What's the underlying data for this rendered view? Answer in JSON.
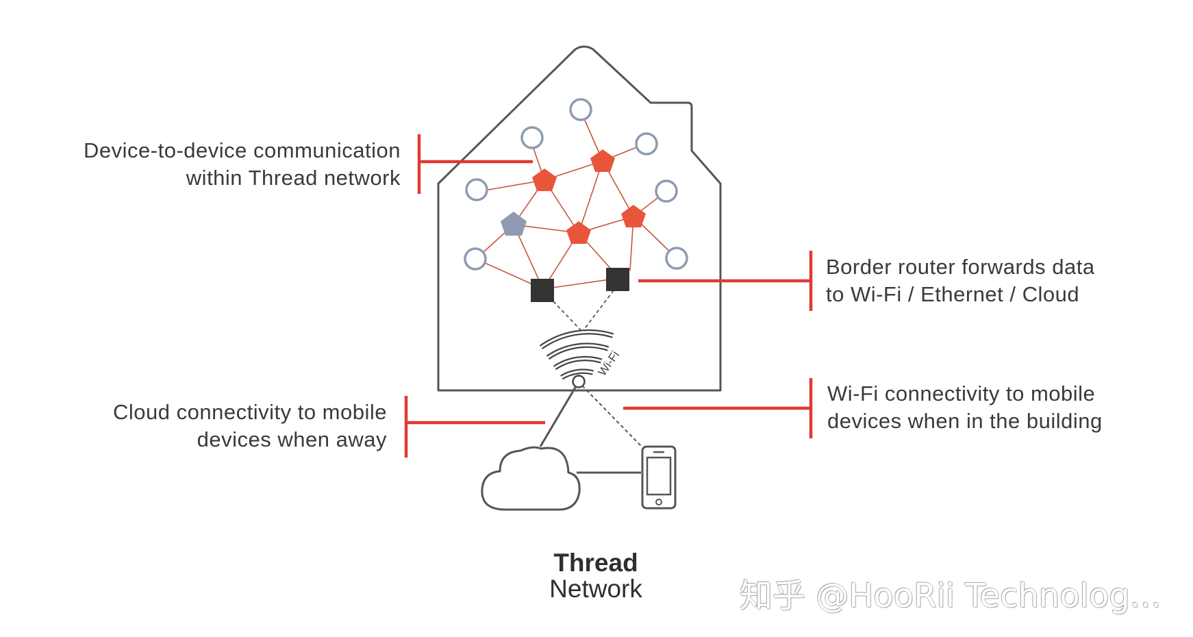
{
  "title": {
    "line1": "Thread",
    "line2": "Network"
  },
  "annotations": {
    "device_to_device": {
      "line1": "Device-to-device communication",
      "line2": "within Thread network"
    },
    "border_router": {
      "line1": "Border router forwards data",
      "line2": "to Wi-Fi / Ethernet / Cloud"
    },
    "cloud": {
      "line1": "Cloud connectivity to mobile",
      "line2": "devices when away"
    },
    "wifi": {
      "line1": "Wi-Fi connectivity to mobile",
      "line2": "devices when in the building"
    }
  },
  "wifi_icon_text": "Wi-Fi",
  "watermark": "知乎 @HooRii Technolog...",
  "colors": {
    "accent_red": "#e03a32",
    "router_orange": "#e8553a",
    "end_device_outline": "#8d9bb3",
    "leader_grey": "#8e9ab0",
    "border_router_black": "#333333",
    "outline_grey": "#555555",
    "mesh_line": "#c8553a"
  }
}
